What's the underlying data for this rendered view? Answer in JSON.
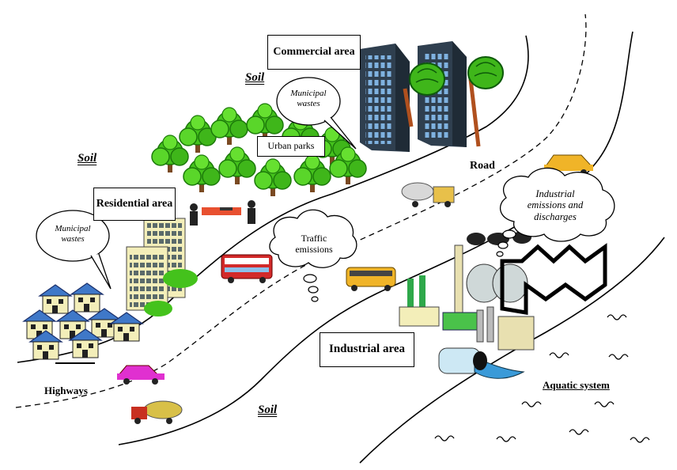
{
  "labels": {
    "commercial_area": "Commercial area",
    "residential_area": "Residential area",
    "industrial_area": "Industrial area",
    "urban_parks": "Urban parks",
    "soil_top": "Soil",
    "soil_left": "Soil",
    "soil_bottom": "Soil",
    "road": "Road",
    "highways": "Highways",
    "aquatic_system": "Aquatic system"
  },
  "bubbles": {
    "municipal_wastes_commercial": "Municipal wastes",
    "municipal_wastes_residential": "Municipal wastes",
    "traffic_emissions": "Traffic emissions",
    "industrial_emissions": "Industrial emissions and discharges"
  },
  "colors": {
    "building_dark": "#2f3f4f",
    "window_blue": "#7fb2e0",
    "tree_green": "#44c21c",
    "trunk": "#b0501e",
    "house_roof": "#3f78c8",
    "house_wall": "#f3eeb9",
    "water": "#3a9ad8",
    "pipe": "#cde8f4"
  }
}
